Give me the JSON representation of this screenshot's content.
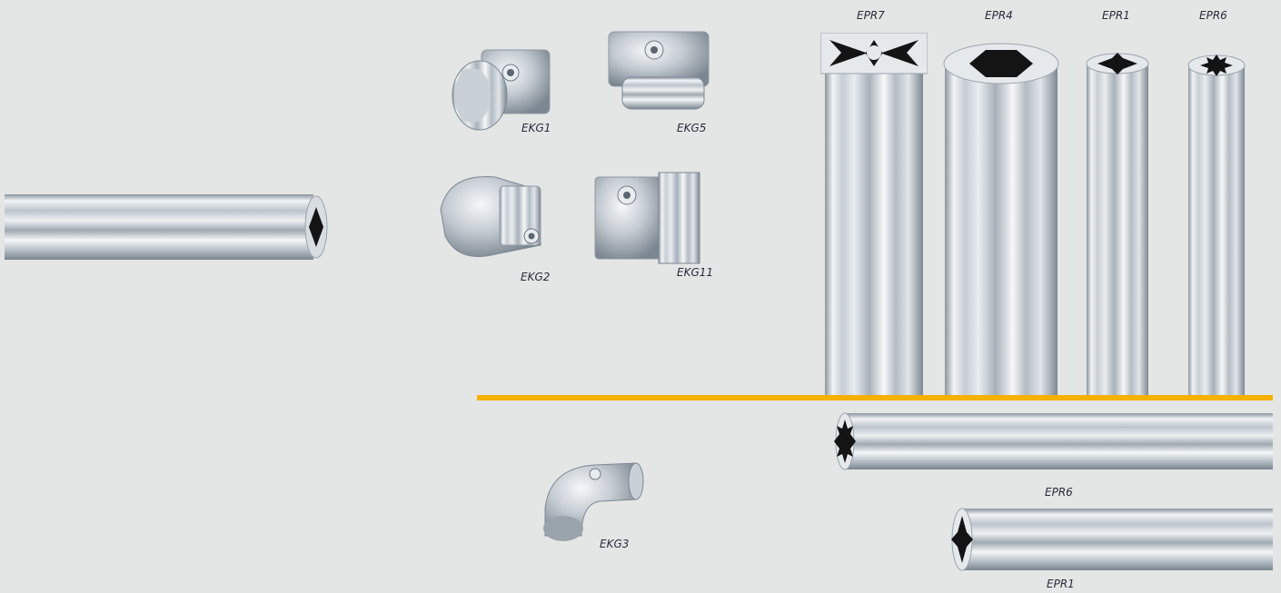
{
  "labels": {
    "ekg1": "EKG1",
    "ekg5": "EKG5",
    "ekg2": "EKG2",
    "ekg11": "EKG11",
    "ekg3": "EKG3",
    "epr7_top": "EPR7",
    "epr4_top": "EPR4",
    "epr1_top": "EPR1",
    "epr6_top": "EPR6",
    "epr6_bottom": "EPR6",
    "epr1_bottom": "EPR1"
  },
  "colors": {
    "background": "#e4e6e5",
    "accent_divider": "#f5b000",
    "metal_light": "#f4f6f8",
    "metal_mid": "#b9c1c9",
    "metal_dark": "#7c8792",
    "profile_core": "#141414"
  },
  "icons": {
    "tube_left": "horizontal-aluminium-tube-image",
    "connectors": "tube-connector-images",
    "profiles": "aluminium-profile-images"
  }
}
